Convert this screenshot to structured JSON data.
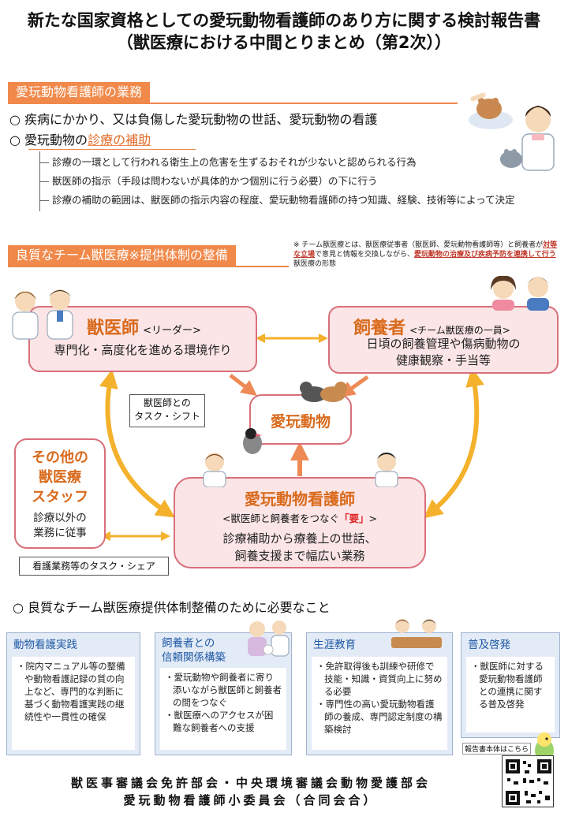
{
  "title": {
    "line1": "新たな国家資格としての愛玩動物看護師のあり方に関する検討報告書",
    "line2": "（獣医療における中間とりまとめ（第2次））"
  },
  "section1": {
    "header": "愛玩動物看護師の業務",
    "bullet1": "○ 疾病にかかり、又は負傷した愛玩動物の世話、愛玩動物の看護",
    "bullet2_prefix": "○ 愛玩動物の",
    "bullet2_highlight": "診療の補助",
    "sub1": "診療の一環として行われる衛生上の危害を生ずるおそれが少ないと認められる行為",
    "sub2": "獣医師の指示（手段は問わないが具体的かつ個別に行う必要）の下に行う",
    "sub3": "診療の補助の範囲は、獣医師の指示内容の程度、愛玩動物看護師の持つ知識、経験、技術等によって決定"
  },
  "section2": {
    "header": "良質なチーム獣医療※提供体制の整備",
    "note_part1": "※ チーム獣医療とは、獣医療従事者（獣医師、愛玩動物看護師等）と飼養者が",
    "note_bold1": "対等な立場",
    "note_part2": "で意見と情報を交換しながら、",
    "note_bold2": "愛玩動物の治療及び疾病予防を連携して行う",
    "note_part3": "獣医療の形態"
  },
  "diagram": {
    "vet_title": "獣医師",
    "vet_role": "<リーダー>",
    "vet_text": "専門化・高度化を進める環境作り",
    "owner_title": "飼養者",
    "owner_role": "<チーム獣医療の一員>",
    "owner_text1": "日頃の飼養管理や傷病動物の",
    "owner_text2": "健康観察・手当等",
    "pet_title": "愛玩動物",
    "callout_shift1": "獣医師との",
    "callout_shift2": "タスク・シフト",
    "other_title1": "その他の",
    "other_title2": "獣医療",
    "other_title3": "スタッフ",
    "other_text1": "診療以外の",
    "other_text2": "業務に従事",
    "nurse_title": "愛玩動物看護師",
    "nurse_role_prefix": "<獣医師と飼養者をつなぐ",
    "nurse_role_key": "「要」",
    "nurse_role_suffix": ">",
    "nurse_text1": "診療補助から療養上の世話、",
    "nurse_text2": "飼養支援まで幅広い業務",
    "callout_share": "看護業務等のタスク・シェア"
  },
  "needs": {
    "heading": "○  良質なチーム獣医療提供体制整備のために必要なこと",
    "cards": [
      {
        "title": "動物看護実践",
        "items": [
          "・院内マニュアル等の整備や動物看護記録の質の向上など、専門的な判断に基づく動物看護実践の継続性や一貫性の確保"
        ]
      },
      {
        "title1": "飼養者との",
        "title2": "信頼関係構築",
        "items": [
          "・愛玩動物や飼養者に寄り添いながら獣医師と飼養者の間をつなぐ",
          "・獣医療へのアクセスが困難な飼養者への支援"
        ]
      },
      {
        "title": "生涯教育",
        "items": [
          "・免許取得後も訓練や研修で技能・知識・資質向上に努める必要",
          "・専門性の高い愛玩動物看護師の養成、専門認定制度の構築検討"
        ]
      },
      {
        "title": "普及啓発",
        "items": [
          "・獣医師に対する愛玩動物看護師との連携に関する普及啓発"
        ]
      }
    ],
    "report_link": "報告書本体はこちら"
  },
  "footer": {
    "line1": "獣医事審議会免許部会・中央環境審議会動物愛護部会",
    "line2": "愛玩動物看護師小委員会（合同会合）"
  },
  "colors": {
    "accent_orange": "#f0894a",
    "box_pink": "#fbe5e6",
    "box_border": "#d96f7a",
    "arrow_yellow": "#f4b12c",
    "card_blue": "#1f5aa6"
  }
}
